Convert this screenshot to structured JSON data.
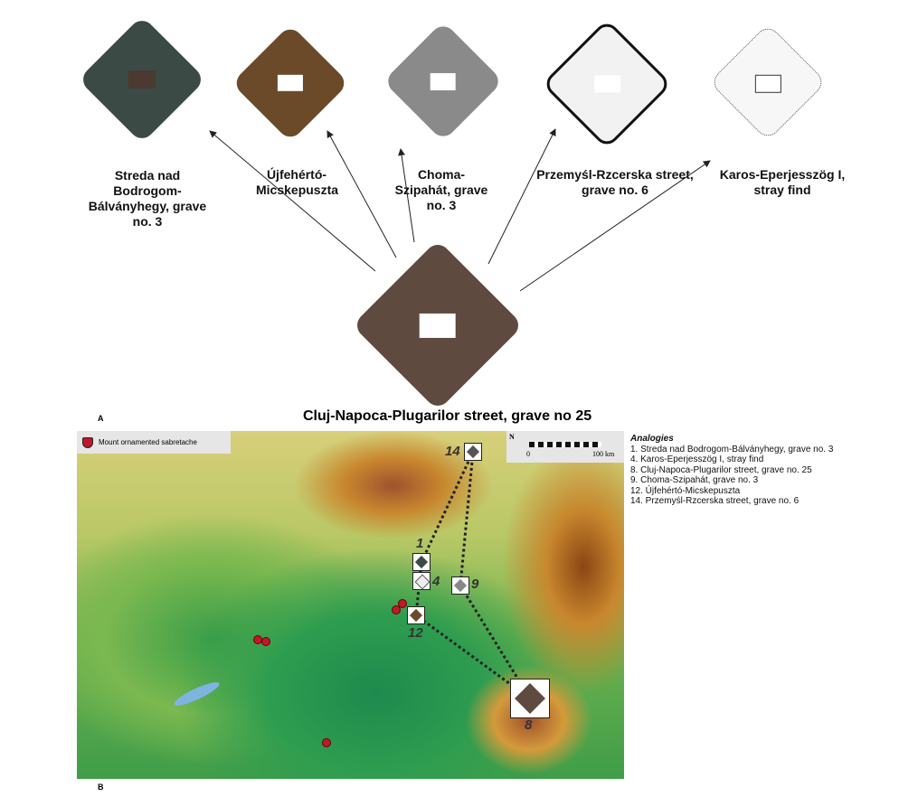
{
  "artifacts": [
    {
      "label": "Streda nad Bodrogom-Bálványhegy, grave no. 3",
      "color": "#3c4a46"
    },
    {
      "label": "Újfehértó-Micskepuszta",
      "color": "#6b4a2a"
    },
    {
      "label": "Choma-Szipahát, grave no. 3",
      "color": "#8a8a8a"
    },
    {
      "label": "Przemyśl-Rzcerska street, grave no. 6",
      "color": "#f2f2f2"
    },
    {
      "label": "Karos-Eperjesszög I, stray find",
      "color": "#f7f7f7"
    }
  ],
  "central": {
    "label": "Cluj-Napoca-Plugarilor street, grave no 25",
    "color": "#5e4a3e"
  },
  "panel_a": "A",
  "panel_b": "B",
  "map": {
    "legend": "Mount ornamented sabretache",
    "scale_start": "0",
    "scale_end": "100 km",
    "north": "N",
    "markers": [
      "14",
      "1",
      "4",
      "9",
      "12",
      "8"
    ]
  },
  "analogies": {
    "title": "Analogies",
    "items": [
      "1. Streda nad Bodrogom-Bálványhegy, grave no. 3",
      "4. Karos-Eperjesszög I, stray find",
      "8. Cluj-Napoca-Plugarilor street, grave no. 25",
      "9. Choma-Szipahát, grave no. 3",
      "12. Újfehértó-Micskepuszta",
      "14. Przemyśl-Rzcerska street, grave no. 6"
    ]
  }
}
